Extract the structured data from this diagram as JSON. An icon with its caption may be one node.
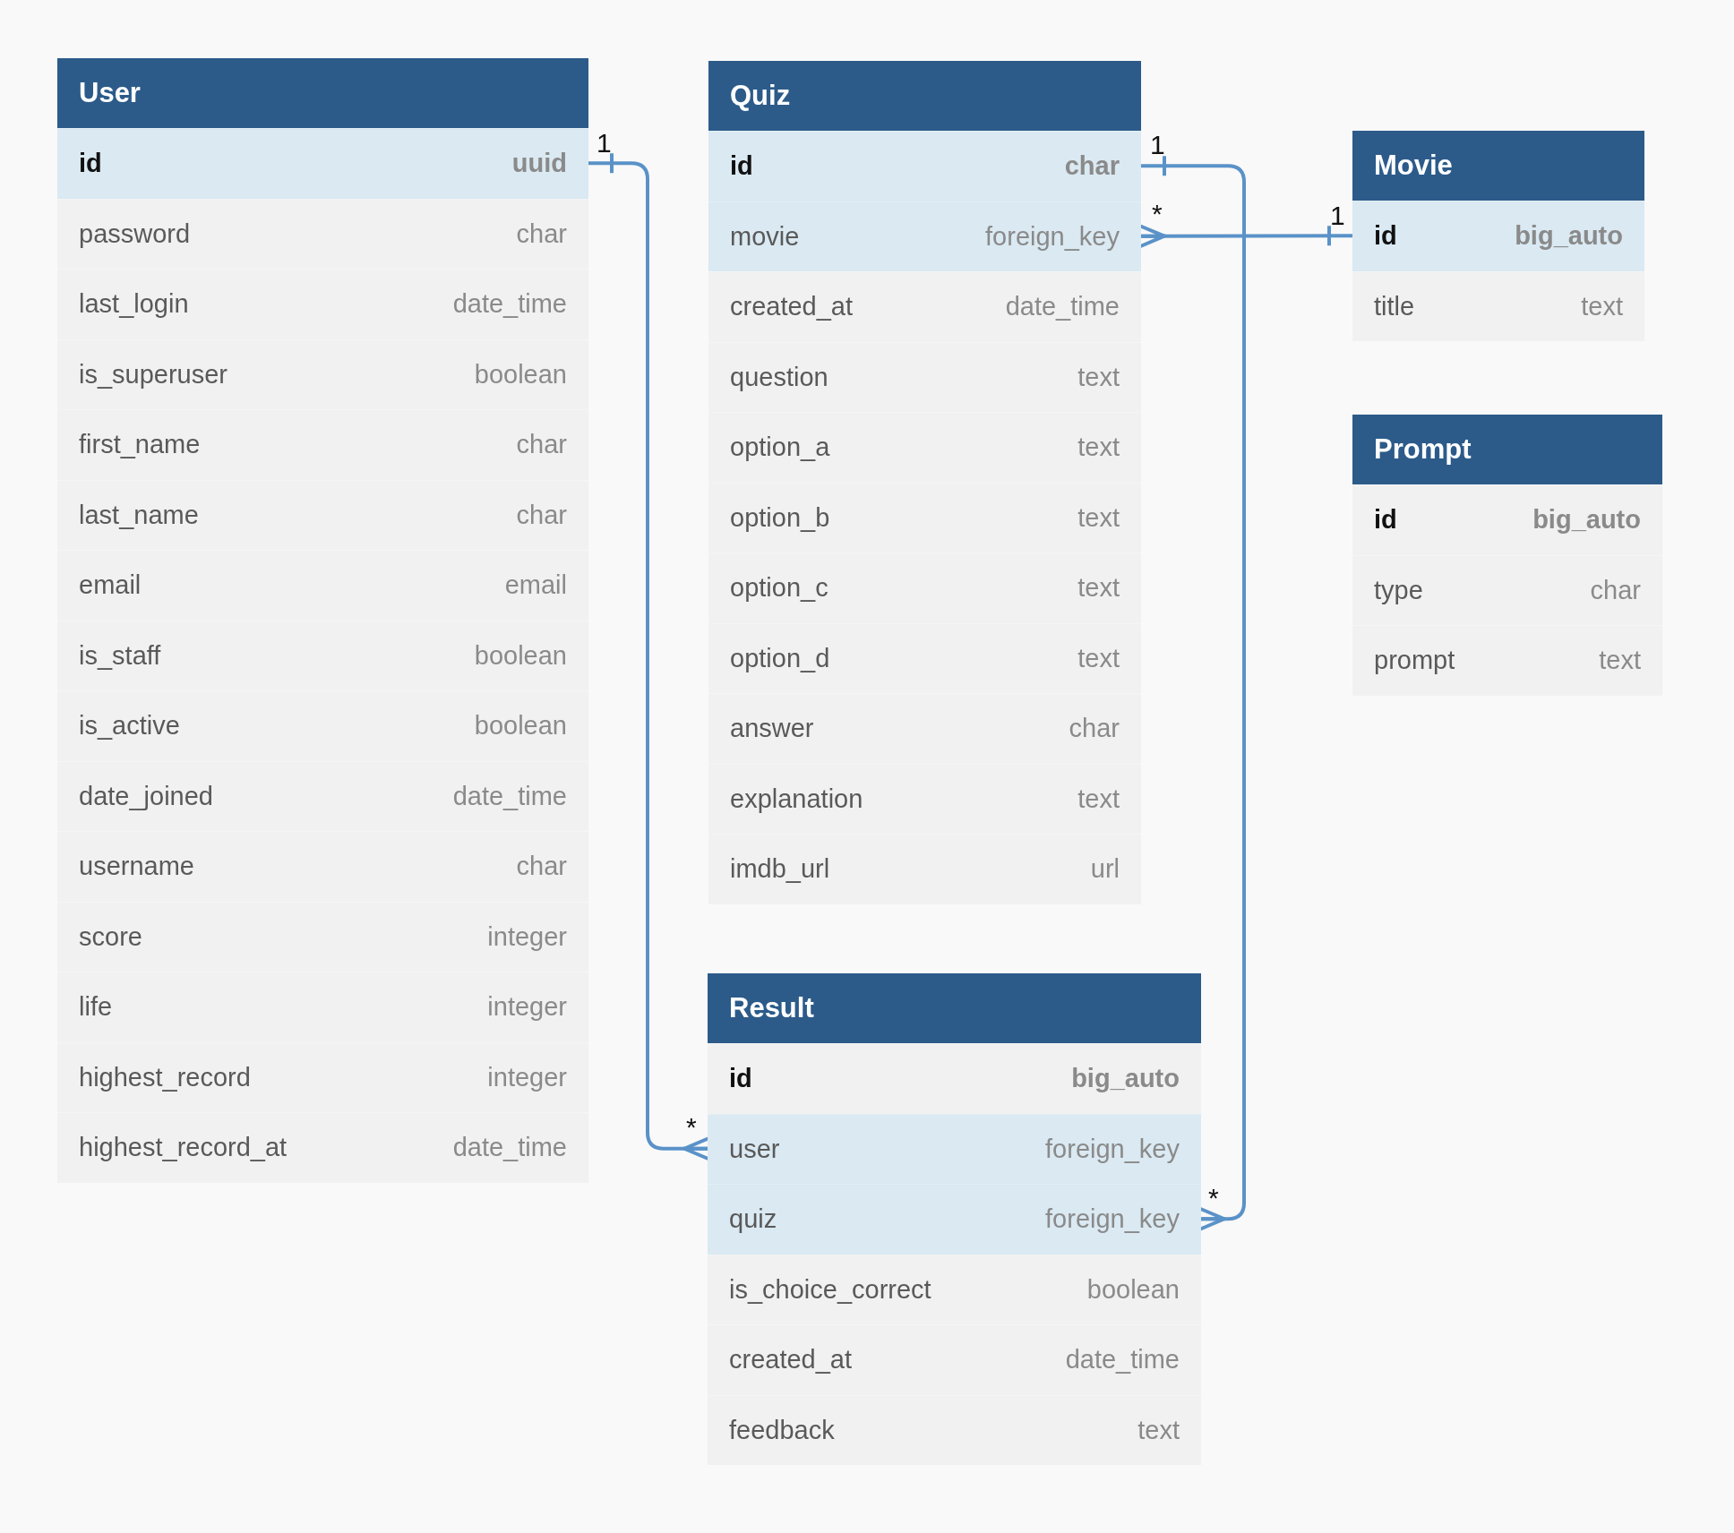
{
  "diagram": {
    "nodes": [
      {
        "text": [
          "User"
        ]
      },
      {
        "text": [
          "id",
          "uuid"
        ],
        "in": 0
      },
      {
        "text": [
          "password",
          "char"
        ],
        "in": 0
      },
      {
        "text": [
          "last_login",
          "date_time"
        ],
        "in": 0
      },
      {
        "text": [
          "is_superuser",
          "boolean"
        ],
        "in": 0
      },
      {
        "text": [
          "first_name",
          "char"
        ],
        "in": 0
      },
      {
        "text": [
          "last_name",
          "char"
        ],
        "in": 0
      },
      {
        "text": [
          "email",
          "email"
        ],
        "in": 0
      },
      {
        "text": [
          "is_staff",
          "boolean"
        ],
        "in": 0
      },
      {
        "text": [
          "is_active",
          "boolean"
        ],
        "in": 0
      },
      {
        "text": [
          "date_joined",
          "date_time"
        ],
        "in": 0
      },
      {
        "text": [
          "username",
          "char"
        ],
        "in": 0
      },
      {
        "text": [
          "score",
          "integer"
        ],
        "in": 0
      },
      {
        "text": [
          "life",
          "integer"
        ],
        "in": 0
      },
      {
        "text": [
          "highest_record",
          "integer"
        ],
        "in": 0
      },
      {
        "text": [
          "highest_record_at",
          "date_time"
        ],
        "in": 0
      },
      {
        "text": [
          "Quiz"
        ]
      },
      {
        "text": [
          "id",
          "char"
        ],
        "in": 16
      },
      {
        "text": [
          "movie",
          "foreign_key"
        ],
        "in": 16
      },
      {
        "text": [
          "created_at",
          "date_time"
        ],
        "in": 16
      },
      {
        "text": [
          "question",
          "text"
        ],
        "in": 16
      },
      {
        "text": [
          "option_a",
          "text"
        ],
        "in": 16
      },
      {
        "text": [
          "option_b",
          "text"
        ],
        "in": 16
      },
      {
        "text": [
          "option_c",
          "text"
        ],
        "in": 16
      },
      {
        "text": [
          "option_d",
          "text"
        ],
        "in": 16
      },
      {
        "text": [
          "answer",
          "char"
        ],
        "in": 16
      },
      {
        "text": [
          "explanation",
          "text"
        ],
        "in": 16
      },
      {
        "text": [
          "imdb_url",
          "url"
        ],
        "in": 16
      },
      {
        "text": [
          "Movie"
        ]
      },
      {
        "text": [
          "id",
          "big_auto"
        ],
        "in": 28
      },
      {
        "text": [
          "title",
          "text"
        ],
        "in": 28
      },
      {
        "text": [
          "Prompt"
        ]
      },
      {
        "text": [
          "id",
          "big_auto"
        ],
        "in": 31
      },
      {
        "text": [
          "type",
          "char"
        ],
        "in": 31
      },
      {
        "text": [
          "prompt",
          "text"
        ],
        "in": 31
      },
      {
        "text": [
          "Result"
        ]
      },
      {
        "text": [
          "id",
          "big_auto"
        ],
        "in": 35
      },
      {
        "text": [
          "user",
          "foreign_key"
        ],
        "in": 35
      },
      {
        "text": [
          "quiz",
          "foreign_key"
        ],
        "in": 35
      },
      {
        "text": [
          "is_choice_correct",
          "boolean"
        ],
        "in": 35
      },
      {
        "text": [
          "created_at",
          "date_time"
        ],
        "in": 35
      },
      {
        "text": [
          "feedback",
          "text"
        ],
        "in": 35
      }
    ],
    "edges": [
      {
        "from": 1,
        "to": 37,
        "arrow": "other"
      },
      {
        "from": 17,
        "to": 38,
        "arrow": "other"
      },
      {
        "from": 29,
        "to": 18,
        "arrow": "other"
      }
    ],
    "labels": [
      "1",
      "1",
      "*",
      "1",
      "*",
      "*"
    ]
  }
}
